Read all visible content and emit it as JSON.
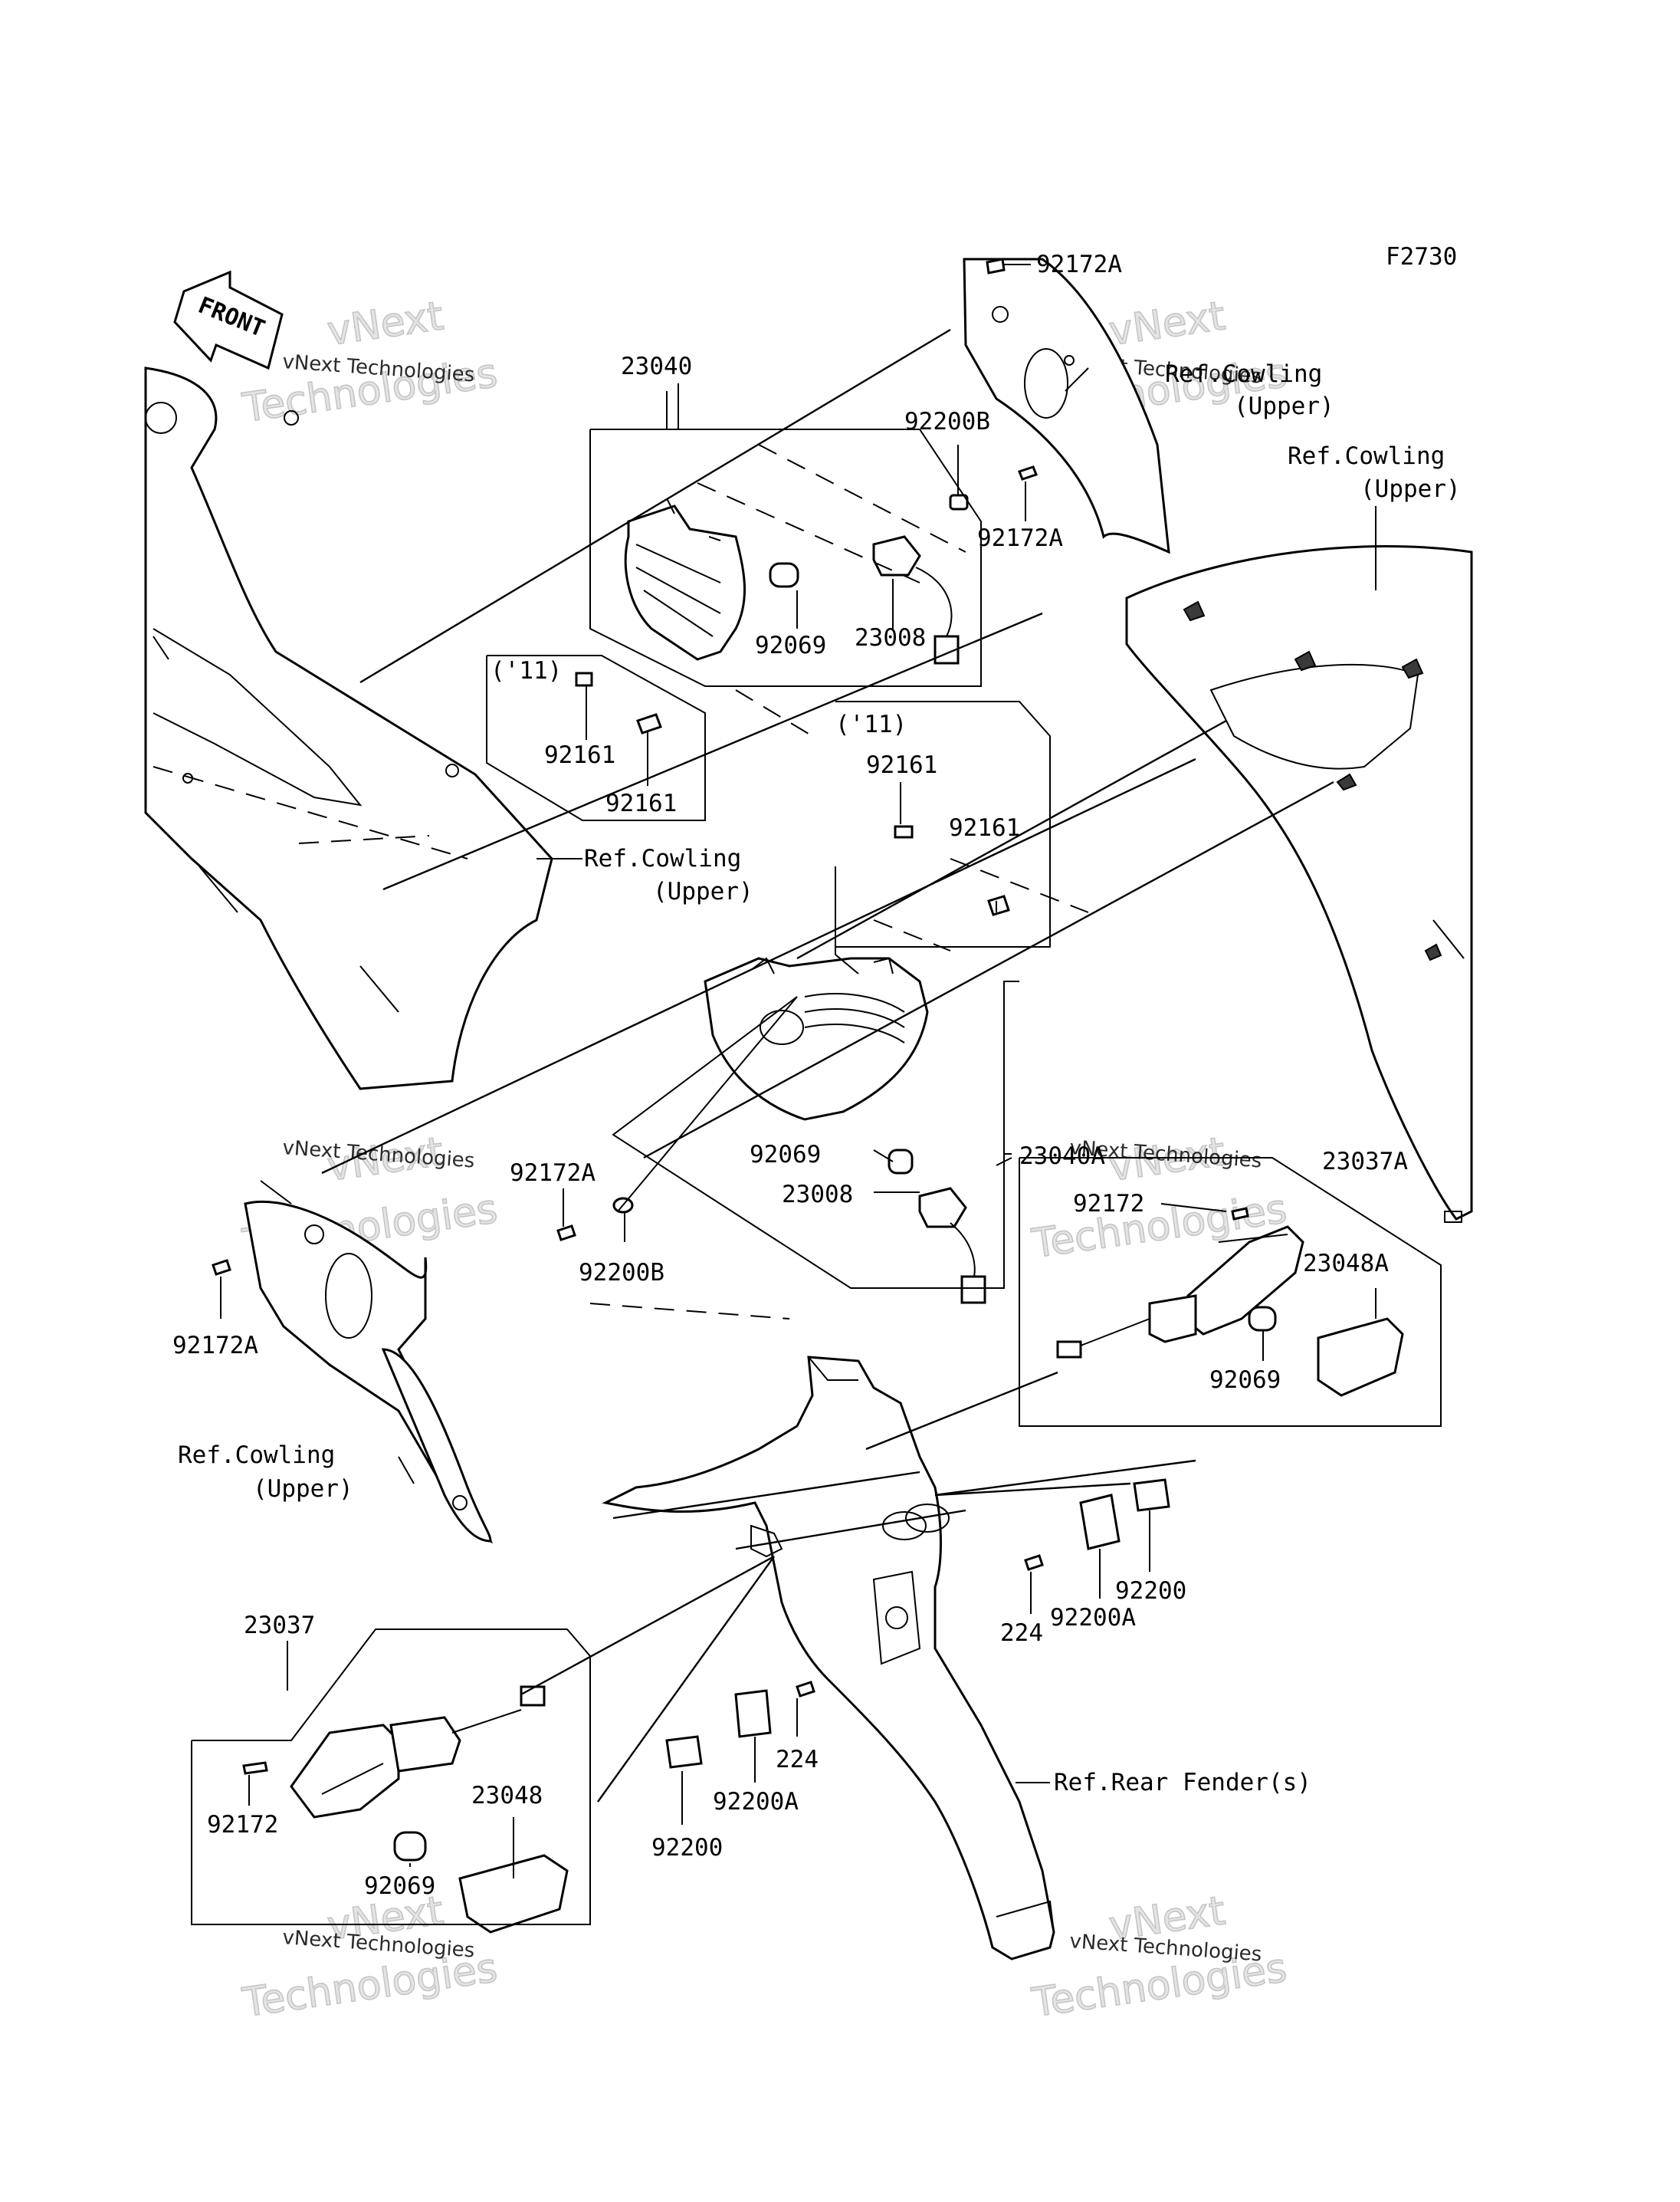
{
  "diagram_code": "F2730",
  "front_label": "FRONT",
  "watermark": {
    "line1": "vNext Technologies",
    "line2a": "vNext",
    "line2b": "Technologies"
  },
  "parts": {
    "p_92172A_top": "92172A",
    "p_23040": "23040",
    "p_92200B_top": "92200B",
    "p_92172A_mid": "92172A",
    "p_92069_a": "92069",
    "p_23008_a": "23008",
    "p_year_a": "('11)",
    "p_92161_a1": "92161",
    "p_92161_a2": "92161",
    "p_year_b": "('11)",
    "p_92161_b1": "92161",
    "p_92161_b2": "92161",
    "p_23040A": "23040A",
    "p_92069_b": "92069",
    "p_23008_b": "23008",
    "p_92172A_left": "92172A",
    "p_92200B_left": "92200B",
    "p_92172A_low": "92172A",
    "p_23037A": "23037A",
    "p_92172_r": "92172",
    "p_23048A": "23048A",
    "p_92069_r": "92069",
    "p_224_r": "224",
    "p_92200A_r": "92200A",
    "p_92200_r": "92200",
    "p_23037": "23037",
    "p_224_l": "224",
    "p_92200A_l": "92200A",
    "p_92200_l": "92200",
    "p_92172_l": "92172",
    "p_23048": "23048",
    "p_92069_l": "92069"
  },
  "refs": {
    "ref_cowling_1a": "Ref.Cowling",
    "ref_cowling_1b": "(Upper)",
    "ref_cowling_2a": "Ref.Cowling",
    "ref_cowling_2b": "(Upper)",
    "ref_cowling_3a": "Ref.Cowling",
    "ref_cowling_3b": "(Upper)",
    "ref_cowling_4a": "Ref.Cowling",
    "ref_cowling_4b": "(Upper)",
    "ref_rear_fender": "Ref.Rear Fender(s)"
  }
}
